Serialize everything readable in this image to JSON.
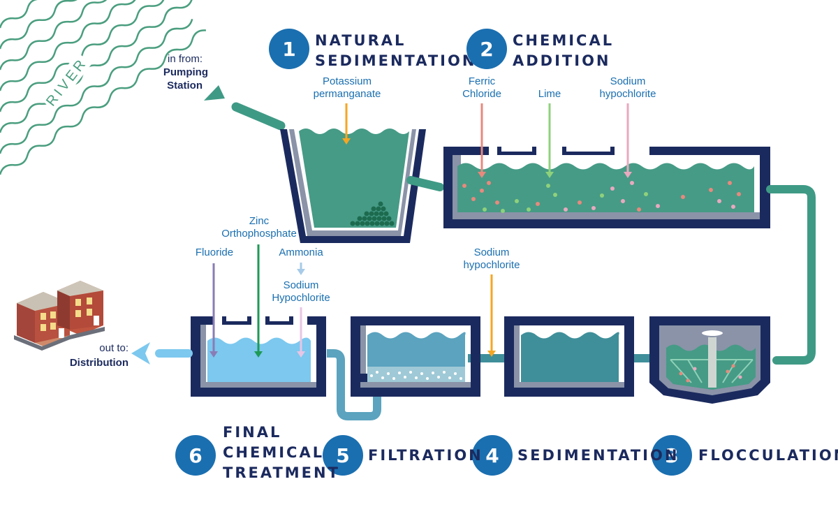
{
  "river_label": "RIVER",
  "inlet": {
    "line1": "in from:",
    "line2": "Pumping",
    "line3": "Station"
  },
  "outlet": {
    "line1": "out to:",
    "line2": "Distribution"
  },
  "steps": [
    {
      "number": "1",
      "line1": "NATURAL",
      "line2": "SEDIMENTATION",
      "line3": ""
    },
    {
      "number": "2",
      "line1": "CHEMICAL",
      "line2": "ADDITION",
      "line3": ""
    },
    {
      "number": "3",
      "line1": "FLOCCULATION",
      "line2": "",
      "line3": ""
    },
    {
      "number": "4",
      "line1": "SEDIMENTATION",
      "line2": "",
      "line3": ""
    },
    {
      "number": "5",
      "line1": "FILTRATION",
      "line2": "",
      "line3": ""
    },
    {
      "number": "6",
      "line1": "FINAL",
      "line2": "CHEMICAL",
      "line3": "TREATMENT"
    }
  ],
  "chemicals": {
    "potassium": {
      "line1": "Potassium",
      "line2": "permanganate"
    },
    "ferric": {
      "line1": "Ferric",
      "line2": "Chloride"
    },
    "lime": {
      "line1": "Lime"
    },
    "sodium_hypo_2": {
      "line1": "Sodium",
      "line2": "hypochlorite"
    },
    "sodium_hypo_4": {
      "line1": "Sodium",
      "line2": "hypochlorite"
    },
    "zinc": {
      "line1": "Zinc",
      "line2": "Orthophosphate"
    },
    "fluoride": {
      "line1": "Fluoride"
    },
    "ammonia": {
      "line1": "Ammonia"
    },
    "sodium_hypo_6": {
      "line1": "Sodium",
      "line2": "Hypochlorite"
    }
  },
  "colors": {
    "navy": "#1b2a5e",
    "step_circle": "#1a6fb0",
    "chem_text": "#1a6fb0",
    "pipe_green": "#3f9a85",
    "water_green": "#469b86",
    "water_teal": "#3f8f9a",
    "water_light": "#7cc8ef",
    "river_lines": "#4a9e7f",
    "arrow_orange": "#f5a623",
    "arrow_salmon": "#e8897d",
    "arrow_green": "#8fd17b",
    "arrow_pink": "#e9a9bf",
    "arrow_purple": "#8a7cb5",
    "arrow_zinc": "#1e9a56",
    "arrow_lightblue": "#a7cbe8",
    "arrow_lightpink": "#e8c5e4"
  }
}
